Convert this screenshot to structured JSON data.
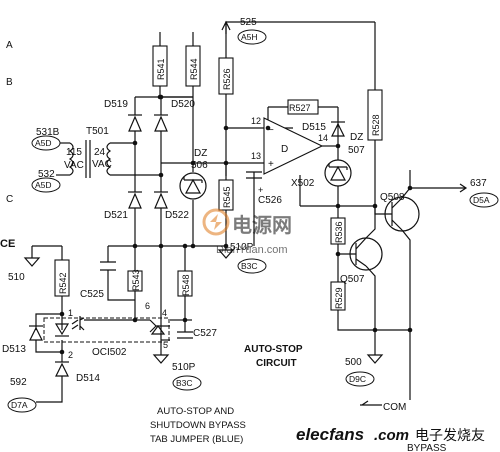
{
  "rows": {
    "a": "A",
    "b": "B",
    "c": "C"
  },
  "edge_left": "CE",
  "comp": {
    "r541": "R541",
    "r544": "R544",
    "r526": "R526",
    "r527": "R527",
    "r528": "R528",
    "r545": "R545",
    "r536": "R536",
    "r529": "R529",
    "r542": "R542",
    "r543": "R543",
    "r548": "R548",
    "d519": "D519",
    "d520": "D520",
    "d521": "D521",
    "d522": "D522",
    "d515": "D515",
    "d513": "D513",
    "d514": "D514",
    "dz506_a": "DZ",
    "dz506_b": "506",
    "dz507_a": "DZ",
    "dz507_b": "507",
    "t501": "T501",
    "v115": "115",
    "vac1": "VAC",
    "v24": "24",
    "vac2": "VAC",
    "opamp": "D",
    "x502": "X502",
    "pin12": "12",
    "pin13": "13",
    "pin14": "14",
    "c526": "C526",
    "c525": "C525",
    "c527": "C527",
    "q508": "Q508",
    "q507": "Q507",
    "oc": "OCI502",
    "p1": "1",
    "p2": "2",
    "p4": "4",
    "p5": "5",
    "p6": "6",
    "n510": "510",
    "n510p_a": "510P",
    "n510p_b": "510P",
    "n500": "500",
    "n531b": "531B",
    "n532": "532",
    "n525": "525",
    "n637": "637",
    "n592": "592"
  },
  "tags": {
    "a5d_1": "A5D",
    "a5d_2": "A5D",
    "a5h": "A5H",
    "d5a": "D5A",
    "b3c_1": "B3C",
    "b3c_2": "B3C",
    "d9c": "D9C",
    "d7a": "D7A"
  },
  "labels": {
    "autostop_1": "AUTO-STOP",
    "autostop_2": "CIRCUIT",
    "bypass_1": "AUTO-STOP AND",
    "bypass_2": "SHUTDOWN BYPASS",
    "bypass_3": "TAB JUMPER (BLUE)",
    "com": "COM",
    "bypass": "BYPASS"
  },
  "watermark": {
    "site_cn": "电源网",
    "site_en": "DianYuan.com",
    "brand": "elecfans",
    "brand_dom": ".com",
    "brand_cn": "电子发烧友"
  },
  "colors": {
    "ink": "#111111",
    "watermark_orange": "#e07a1c",
    "watermark_blue": "#1b4d9b",
    "watermark_red": "#d7261e"
  }
}
